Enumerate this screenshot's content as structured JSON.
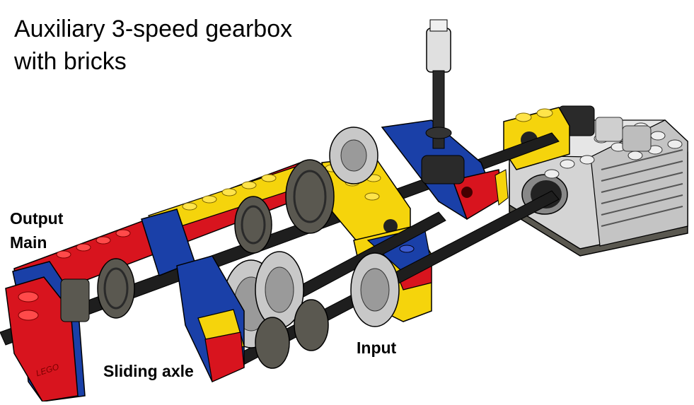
{
  "title": {
    "line1": "Auxiliary 3-speed gearbox",
    "line2": "with bricks"
  },
  "labels": {
    "output": "Output",
    "main": "Main",
    "sliding_axle": "Sliding axle",
    "input": "Input"
  },
  "brick_logo": "LEGO",
  "colors": {
    "red": "#d8141e",
    "blue": "#1a40a8",
    "yellow": "#f5d40c",
    "axle": "#1e1e1e",
    "gear_dark": "#5a5850",
    "gear_light": "#c8c8c8",
    "motor_grey": "#d4d4d4",
    "motor_base": "#5a5850"
  }
}
